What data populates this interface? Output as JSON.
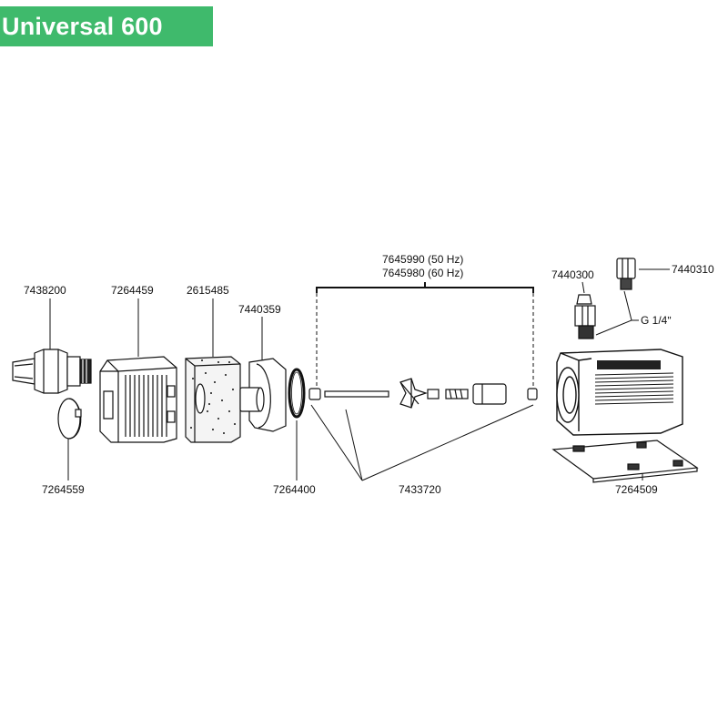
{
  "title": "Universal 600",
  "colors": {
    "title_bg": "#3fba6c",
    "title_fg": "#ffffff",
    "line": "#111111"
  },
  "parts": {
    "p7438200": "7438200",
    "p7264459": "7264459",
    "p2615485": "2615485",
    "p7440359": "7440359",
    "p7264559": "7264559",
    "p7264400": "7264400",
    "p7433720": "7433720",
    "p7440300": "7440300",
    "p7440310": "7440310",
    "p7264509": "7264509"
  },
  "rotor_labels": {
    "hz50": "7645990 (50 Hz)",
    "hz60": "7645980 (60 Hz)"
  },
  "thread_label": "G 1/4ʺ"
}
